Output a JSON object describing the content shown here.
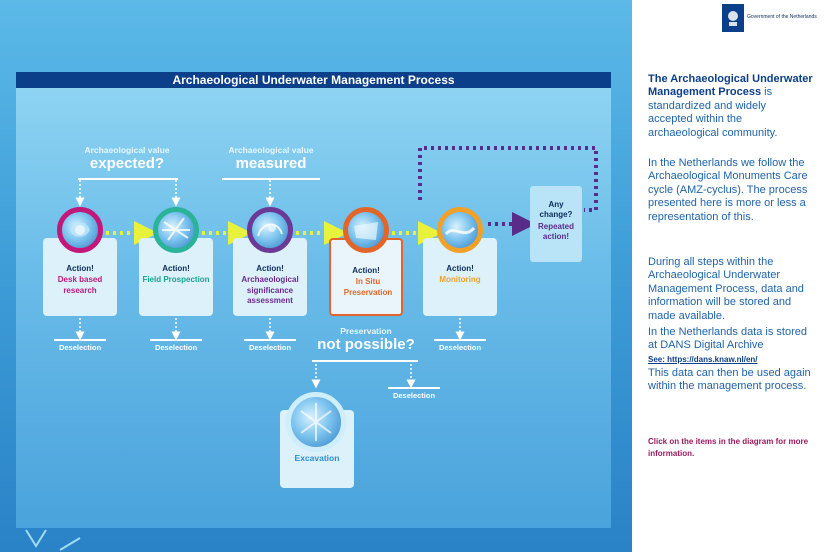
{
  "header": {
    "org_name": "Government of the Netherlands"
  },
  "diagram": {
    "title": "Archaeological Underwater Management Process",
    "top_labels": [
      {
        "small": "Archaeological value",
        "big": "expected?"
      },
      {
        "small": "Archaeological value",
        "big": "measured"
      }
    ],
    "steps": [
      {
        "action": "Action!",
        "name": "Desk based research",
        "color": "#c2187a",
        "ring": "#c2187a"
      },
      {
        "action": "Action!",
        "name": "Field Prospection",
        "color": "#1aa38c",
        "ring": "#2bb39a"
      },
      {
        "action": "Action!",
        "name": "Archaeological significance assessment",
        "color": "#6a2c8c",
        "ring": "#6a3a96"
      },
      {
        "action": "Action!",
        "name": "In Situ Preservation",
        "color": "#e2662a",
        "ring": "#e2662a"
      },
      {
        "action": "Action!",
        "name": "Monitoring",
        "color": "#f0a12a",
        "ring": "#f0a12a"
      }
    ],
    "change_box": {
      "line1": "Any",
      "line2": "change?",
      "line3": "Repeated",
      "line4": "action!"
    },
    "deselection_label": "Deselection",
    "preservation": {
      "small": "Preservation",
      "big": "not possible?"
    },
    "excavation": {
      "name": "Excavation",
      "color": "#2a8fd0"
    }
  },
  "sidebar": {
    "p1_bold": "The Archaeological Underwater Management Process",
    "p1_rest": " is standardized and widely accepted within the archaeological community.",
    "p2": "In the Netherlands we follow the Archaeological Monuments Care cycle (AMZ-cyclus). The process presented here is more or less a representation of this.",
    "p3": "During all steps within the Archaeological Underwater Management Process, data and information will be stored and made available.",
    "p4": "In the Netherlands data is stored at DANS Digital Archive",
    "link": "See: https://dans.knaw.nl/en/",
    "p5": "This data can then be used again within the management process.",
    "note": "Click on the items in the diagram for more information.",
    "note_color": "#9b1a5e"
  }
}
